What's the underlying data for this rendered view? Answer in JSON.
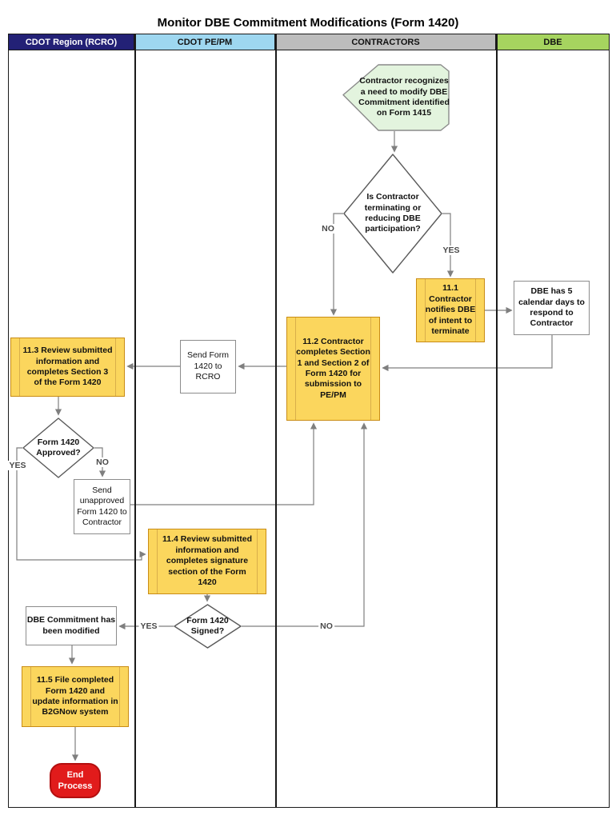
{
  "title": "Monitor DBE Commitment Modifications (Form 1420)",
  "lanes": [
    {
      "label": "CDOT Region (RCRO)",
      "fill": "#232176",
      "text": "#ffffff"
    },
    {
      "label": "CDOT PE/PM",
      "fill": "#9ED7F0",
      "text": "#111111"
    },
    {
      "label": "CONTRACTORS",
      "fill": "#BDBDBD",
      "text": "#111111"
    },
    {
      "label": "DBE",
      "fill": "#A6D45F",
      "text": "#111111"
    }
  ],
  "nodes": {
    "start_hex": {
      "label": "Contractor recognizes\na need to modify DBE\nCommitment identified\non Form 1415"
    },
    "d_terminating": {
      "label": "Is Contractor\nterminating or\nreducing DBE\nparticipation?"
    },
    "n11_1": {
      "label": "11.1\nContractor\nnotifies DBE\nof intent to\nterminate"
    },
    "dbe_5days": {
      "label": "DBE has 5\ncalendar days to\nrespond to\nContractor"
    },
    "n11_2": {
      "label": "11.2 Contractor\ncompletes Section\n1 and Section 2 of\nForm 1420 for\nsubmission to\nPE/PM"
    },
    "send_form": {
      "label": "Send Form\n1420 to\nRCRO"
    },
    "n11_3": {
      "label": "11.3 Review submitted\ninformation and\ncompletes Section 3\nof the Form 1420"
    },
    "d_approved": {
      "label": "Form 1420\nApproved?"
    },
    "send_unapproved": {
      "label": "Send\nunapproved\nForm 1420 to\nContractor"
    },
    "n11_4": {
      "label": "11.4 Review submitted\ninformation and\ncompletes signature\nsection of the Form\n1420"
    },
    "d_signed": {
      "label": "Form 1420\nSigned?"
    },
    "modified": {
      "label": "DBE Commitment has\nbeen modified"
    },
    "n11_5": {
      "label": "11.5 File completed\nForm 1420 and\nupdate information in\nB2GNow system"
    },
    "end_process": {
      "label": "End Process"
    }
  },
  "edge_labels": {
    "yes": "YES",
    "no": "NO"
  },
  "colors": {
    "process_fill": "#FBD65D",
    "process_border": "#C98C15",
    "start_fill": "#E3F4DE",
    "start_border": "#8a8a8a",
    "decision_fill": "#ffffff",
    "decision_border": "#595959",
    "end_fill": "#E11B1B",
    "connector": "#7f7f7f",
    "lane_border": "#1a1a1a"
  }
}
